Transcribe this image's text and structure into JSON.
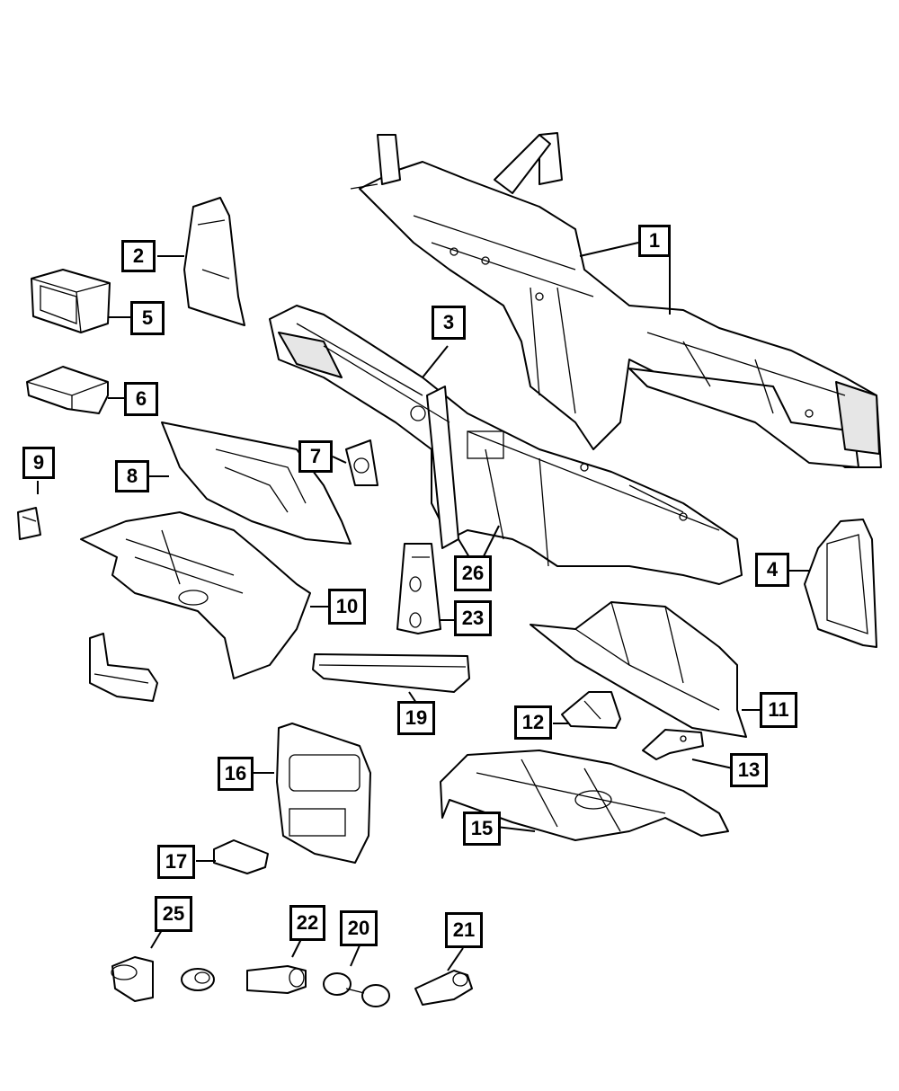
{
  "callouts": [
    {
      "id": "c1",
      "label": "1"
    },
    {
      "id": "c2",
      "label": "2"
    },
    {
      "id": "c3",
      "label": "3"
    },
    {
      "id": "c4",
      "label": "4"
    },
    {
      "id": "c5",
      "label": "5"
    },
    {
      "id": "c6",
      "label": "6"
    },
    {
      "id": "c7",
      "label": "7"
    },
    {
      "id": "c8",
      "label": "8"
    },
    {
      "id": "c9",
      "label": "9"
    },
    {
      "id": "c10",
      "label": "10"
    },
    {
      "id": "c11",
      "label": "11"
    },
    {
      "id": "c12",
      "label": "12"
    },
    {
      "id": "c13",
      "label": "13"
    },
    {
      "id": "c15",
      "label": "15"
    },
    {
      "id": "c16",
      "label": "16"
    },
    {
      "id": "c17",
      "label": "17"
    },
    {
      "id": "c19",
      "label": "19"
    },
    {
      "id": "c20",
      "label": "20"
    },
    {
      "id": "c21",
      "label": "21"
    },
    {
      "id": "c22",
      "label": "22"
    },
    {
      "id": "c23",
      "label": "23"
    },
    {
      "id": "c25",
      "label": "25"
    },
    {
      "id": "c26",
      "label": "26"
    }
  ]
}
